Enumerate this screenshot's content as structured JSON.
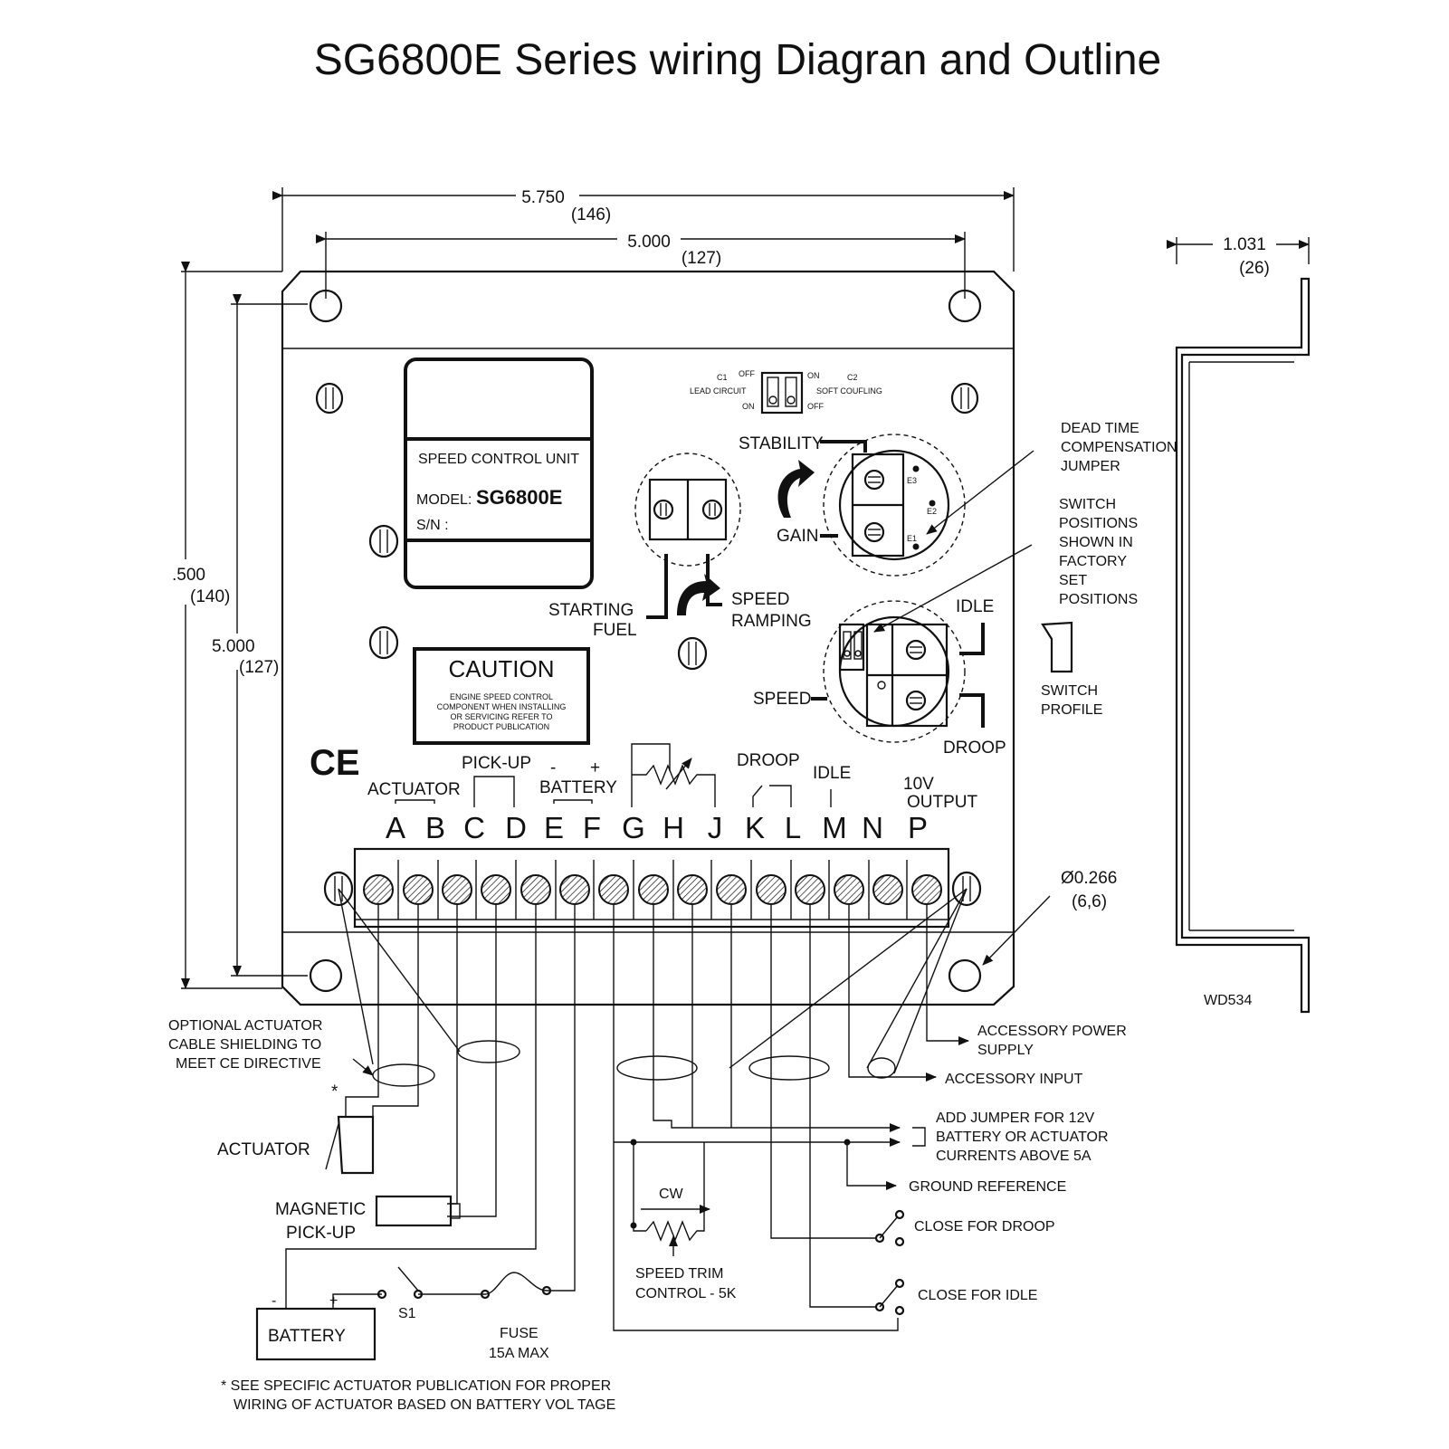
{
  "title": "SG6800E Series wiring Diagran and Outline",
  "dimensions": {
    "width_outer": "5.750",
    "width_outer_mm": "(146)",
    "width_holes": "5.000",
    "width_holes_mm": "(127)",
    "height_outer": ".500",
    "height_outer_mm": "(140)",
    "height_holes": "5.000",
    "height_holes_mm": "(127)",
    "depth": "1.031",
    "depth_mm": "(26)",
    "hole_dia": "Ø0.266",
    "hole_dia_mm": "(6,6)"
  },
  "label_box": {
    "title": "SPEED CONTROL UNIT",
    "model_label": "MODEL:",
    "model": "SG6800E",
    "sn": "S/N :"
  },
  "caution": {
    "heading": "CAUTION",
    "lines": [
      "ENGINE SPEED CONTROL",
      "COMPONENT WHEN INSTALLING",
      "OR SERVICING REFER TO",
      "PRODUCT PUBLICATION"
    ]
  },
  "dip_switch": {
    "c1": "C1",
    "off_top": "OFF",
    "lead_circuit": "LEAD CIRCUIT",
    "on_bottom": "ON",
    "on_top": "ON",
    "c2": "C2",
    "soft_coupling": "SOFT COUFLING",
    "off_bottom": "OFF"
  },
  "adjusters": {
    "stability": "STABILITY",
    "gain": "GAIN",
    "starting": "STARTING",
    "fuel": "FUEL",
    "speed_ramping_1": "SPEED",
    "speed_ramping_2": "RAMPING",
    "idle": "IDLE",
    "speed": "SPEED",
    "droop": "DROOP",
    "e3": "E3",
    "e2": "E2",
    "e1": "E1"
  },
  "notes": {
    "dead_time": [
      "DEAD TIME",
      "COMPENSATION",
      "JUMPER"
    ],
    "switch_positions": [
      "SWITCH",
      "POSITIONS",
      "SHOWN IN",
      "FACTORY",
      "SET",
      "POSITIONS"
    ],
    "switch_profile": [
      "SWITCH",
      "PROFILE"
    ],
    "drawing_no": "WD534"
  },
  "terminal_groups": {
    "actuator": "ACTUATOR",
    "pickup": "PICK-UP",
    "battery": "BATTERY",
    "minus": "-",
    "plus": "+",
    "droop": "DROOP",
    "idle": "IDLE",
    "output_1": "10V",
    "output_2": "OUTPUT"
  },
  "terminals": [
    "A",
    "B",
    "C",
    "D",
    "E",
    "F",
    "G",
    "H",
    "J",
    "K",
    "L",
    "M",
    "N",
    "P"
  ],
  "wiring": {
    "optional_shield": [
      "OPTIONAL ACTUATOR",
      "CABLE SHIELDING TO",
      "MEET CE DIRECTIVE"
    ],
    "asterisk": "*",
    "actuator": "ACTUATOR",
    "magnetic_pickup_1": "MAGNETIC",
    "magnetic_pickup_2": "PICK-UP",
    "battery": "BATTERY",
    "battery_minus": "-",
    "battery_plus": "+",
    "s1": "S1",
    "fuse_1": "FUSE",
    "fuse_2": "15A MAX",
    "cw": "CW",
    "speed_trim_1": "SPEED TRIM",
    "speed_trim_2": "CONTROL - 5K",
    "accessory_power_1": "ACCESSORY POWER",
    "accessory_power_2": "SUPPLY",
    "accessory_input": "ACCESSORY INPUT",
    "add_jumper": [
      "ADD JUMPER FOR 12V",
      "BATTERY OR ACTUATOR",
      "CURRENTS ABOVE 5A"
    ],
    "ground_reference": "GROUND REFERENCE",
    "close_for_droop": "CLOSE FOR DROOP",
    "close_for_idle": "CLOSE FOR IDLE",
    "footnote_1": "* SEE SPECIFIC ACTUATOR PUBLICATION FOR PROPER",
    "footnote_2": "WIRING OF ACTUATOR BASED ON BATTERY VOL TAGE"
  }
}
